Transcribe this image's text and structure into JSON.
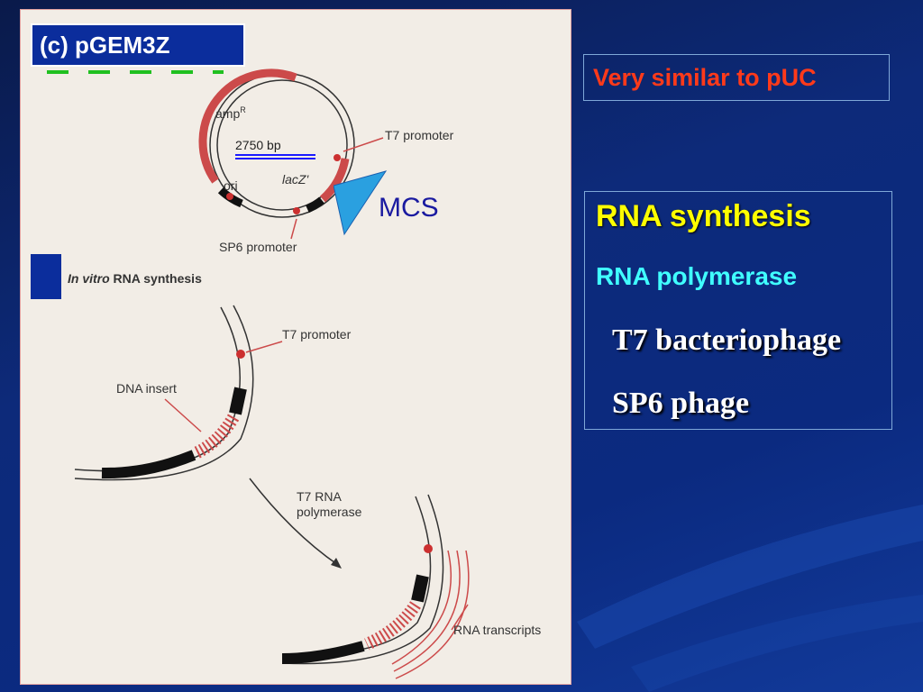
{
  "slide": {
    "title": "(c) pGEM3Z",
    "note": "Very similar to pUC",
    "mcs_label": "MCS"
  },
  "diagram": {
    "ampR_base": "amp",
    "ampR_sup": "R",
    "size": "2750 bp",
    "ori": "ori",
    "lacZ": "lacZ'",
    "t7_promoter": "T7 promoter",
    "sp6_promoter": "SP6 promoter",
    "section_italic": "In vitro",
    "section_rest": " RNA synthesis",
    "t7_promoter_2": "T7 promoter",
    "dna_insert": "DNA insert",
    "polymerase_line1": "T7 RNA",
    "polymerase_line2": "polymerase",
    "rna_transcripts": "RNA transcripts"
  },
  "info": {
    "heading": "RNA synthesis",
    "subheading": "RNA polymerase",
    "item1": "T7 bacteriophage",
    "item2": "SP6 phage"
  },
  "colors": {
    "plasmid_red": "#cc4a4a",
    "title_bg": "#0b2d9c",
    "accent_yellow": "#ffff00",
    "accent_cyan": "#40ffff",
    "note_red": "#ff3a1a"
  }
}
